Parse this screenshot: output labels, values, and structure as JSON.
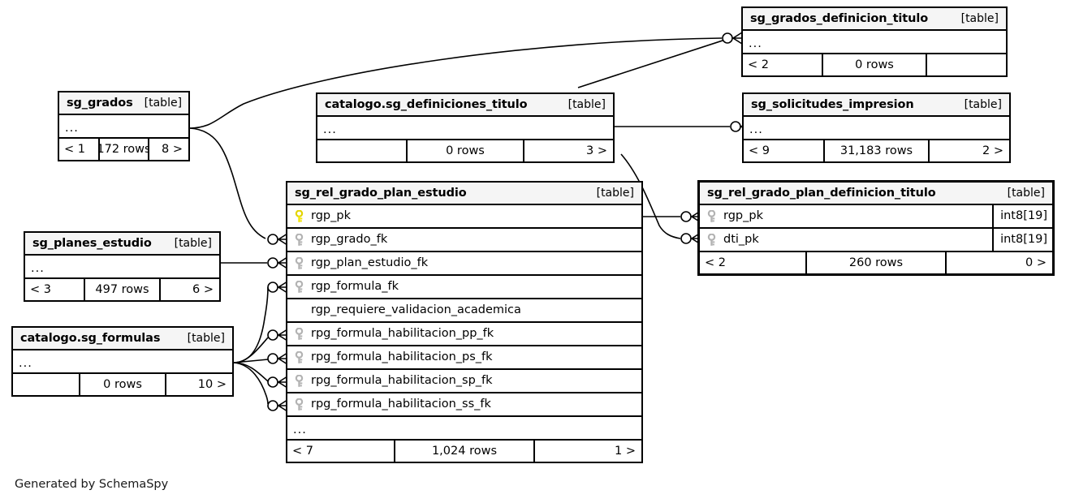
{
  "diagram": {
    "kind": "schemaspy-er-diagram",
    "credit": "Generated by SchemaSpy",
    "table_tag": "[table]",
    "ellipsis": "...",
    "colors": {
      "pk_key": "#f2e50b",
      "fk_key": "#b3b3b3",
      "header_bg": "#f5f5f5",
      "border": "#000000",
      "background": "#ffffff"
    }
  },
  "tables": [
    {
      "id": "sg_grados",
      "name": "sg_grados",
      "tag": "[table]",
      "columns": [],
      "has_ellipsis_row": true,
      "footer": {
        "left": "< 1",
        "middle": "172 rows",
        "right": "8 >"
      },
      "highlighted": false
    },
    {
      "id": "sg_grados_definicion_titulo",
      "name": "sg_grados_definicion_titulo",
      "tag": "[table]",
      "columns": [],
      "has_ellipsis_row": true,
      "footer": {
        "left": "< 2",
        "middle": "0 rows",
        "right": ""
      },
      "highlighted": false
    },
    {
      "id": "catalogo_sg_definiciones_titulo",
      "name": "catalogo.sg_definiciones_titulo",
      "tag": "[table]",
      "columns": [],
      "has_ellipsis_row": true,
      "footer": {
        "left": "",
        "middle": "0 rows",
        "right": "3 >"
      },
      "highlighted": false
    },
    {
      "id": "sg_solicitudes_impresion",
      "name": "sg_solicitudes_impresion",
      "tag": "[table]",
      "columns": [],
      "has_ellipsis_row": true,
      "footer": {
        "left": "< 9",
        "middle": "31,183 rows",
        "right": "2 >"
      },
      "highlighted": false
    },
    {
      "id": "sg_planes_estudio",
      "name": "sg_planes_estudio",
      "tag": "[table]",
      "columns": [],
      "has_ellipsis_row": true,
      "footer": {
        "left": "< 3",
        "middle": "497 rows",
        "right": "6 >"
      },
      "highlighted": false
    },
    {
      "id": "catalogo_sg_formulas",
      "name": "catalogo.sg_formulas",
      "tag": "[table]",
      "columns": [],
      "has_ellipsis_row": true,
      "footer": {
        "left": "",
        "middle": "0 rows",
        "right": "10 >"
      },
      "highlighted": false
    },
    {
      "id": "sg_rel_grado_plan_estudio",
      "name": "sg_rel_grado_plan_estudio",
      "tag": "[table]",
      "columns": [
        {
          "name": "rgp_pk",
          "key": "pk",
          "type": ""
        },
        {
          "name": "rgp_grado_fk",
          "key": "fk",
          "type": ""
        },
        {
          "name": "rgp_plan_estudio_fk",
          "key": "fk",
          "type": ""
        },
        {
          "name": "rgp_formula_fk",
          "key": "fk",
          "type": ""
        },
        {
          "name": "rgp_requiere_validacion_academica",
          "key": "none",
          "type": ""
        },
        {
          "name": "rpg_formula_habilitacion_pp_fk",
          "key": "fk",
          "type": ""
        },
        {
          "name": "rpg_formula_habilitacion_ps_fk",
          "key": "fk",
          "type": ""
        },
        {
          "name": "rpg_formula_habilitacion_sp_fk",
          "key": "fk",
          "type": ""
        },
        {
          "name": "rpg_formula_habilitacion_ss_fk",
          "key": "fk",
          "type": ""
        }
      ],
      "has_ellipsis_row": true,
      "footer": {
        "left": "< 7",
        "middle": "1,024 rows",
        "right": "1 >"
      },
      "highlighted": false
    },
    {
      "id": "sg_rel_grado_plan_definicion_titulo",
      "name": "sg_rel_grado_plan_definicion_titulo",
      "tag": "[table]",
      "columns": [
        {
          "name": "rgp_pk",
          "key": "fk",
          "type": "int8[19]"
        },
        {
          "name": "dti_pk",
          "key": "fk",
          "type": "int8[19]"
        }
      ],
      "has_ellipsis_row": false,
      "footer": {
        "left": "< 2",
        "middle": "260 rows",
        "right": "0 >"
      },
      "highlighted": true
    }
  ],
  "relationships": [
    {
      "from": "sg_grados",
      "to": "sg_grados_definicion_titulo",
      "notation": "zero-or-many"
    },
    {
      "from": "catalogo_sg_definiciones_titulo",
      "to": "sg_grados_definicion_titulo",
      "notation": "zero-or-many"
    },
    {
      "from": "catalogo_sg_definiciones_titulo",
      "to": "sg_solicitudes_impresion",
      "notation": "zero-or-many"
    },
    {
      "from": "sg_grados",
      "to": "sg_rel_grado_plan_estudio.rgp_grado_fk",
      "notation": "zero-or-many"
    },
    {
      "from": "sg_planes_estudio",
      "to": "sg_rel_grado_plan_estudio.rgp_plan_estudio_fk",
      "notation": "zero-or-many"
    },
    {
      "from": "catalogo_sg_formulas",
      "to": "sg_rel_grado_plan_estudio.rgp_formula_fk",
      "notation": "zero-or-many"
    },
    {
      "from": "catalogo_sg_formulas",
      "to": "sg_rel_grado_plan_estudio.rpg_formula_habilitacion_pp_fk",
      "notation": "zero-or-many"
    },
    {
      "from": "catalogo_sg_formulas",
      "to": "sg_rel_grado_plan_estudio.rpg_formula_habilitacion_ps_fk",
      "notation": "zero-or-many"
    },
    {
      "from": "catalogo_sg_formulas",
      "to": "sg_rel_grado_plan_estudio.rpg_formula_habilitacion_sp_fk",
      "notation": "zero-or-many"
    },
    {
      "from": "catalogo_sg_formulas",
      "to": "sg_rel_grado_plan_estudio.rpg_formula_habilitacion_ss_fk",
      "notation": "zero-or-many"
    },
    {
      "from": "sg_rel_grado_plan_estudio.rgp_pk",
      "to": "sg_rel_grado_plan_definicion_titulo.rgp_pk",
      "notation": "zero-or-many"
    },
    {
      "from": "catalogo_sg_definiciones_titulo",
      "to": "sg_rel_grado_plan_definicion_titulo.dti_pk",
      "notation": "zero-or-many"
    }
  ]
}
